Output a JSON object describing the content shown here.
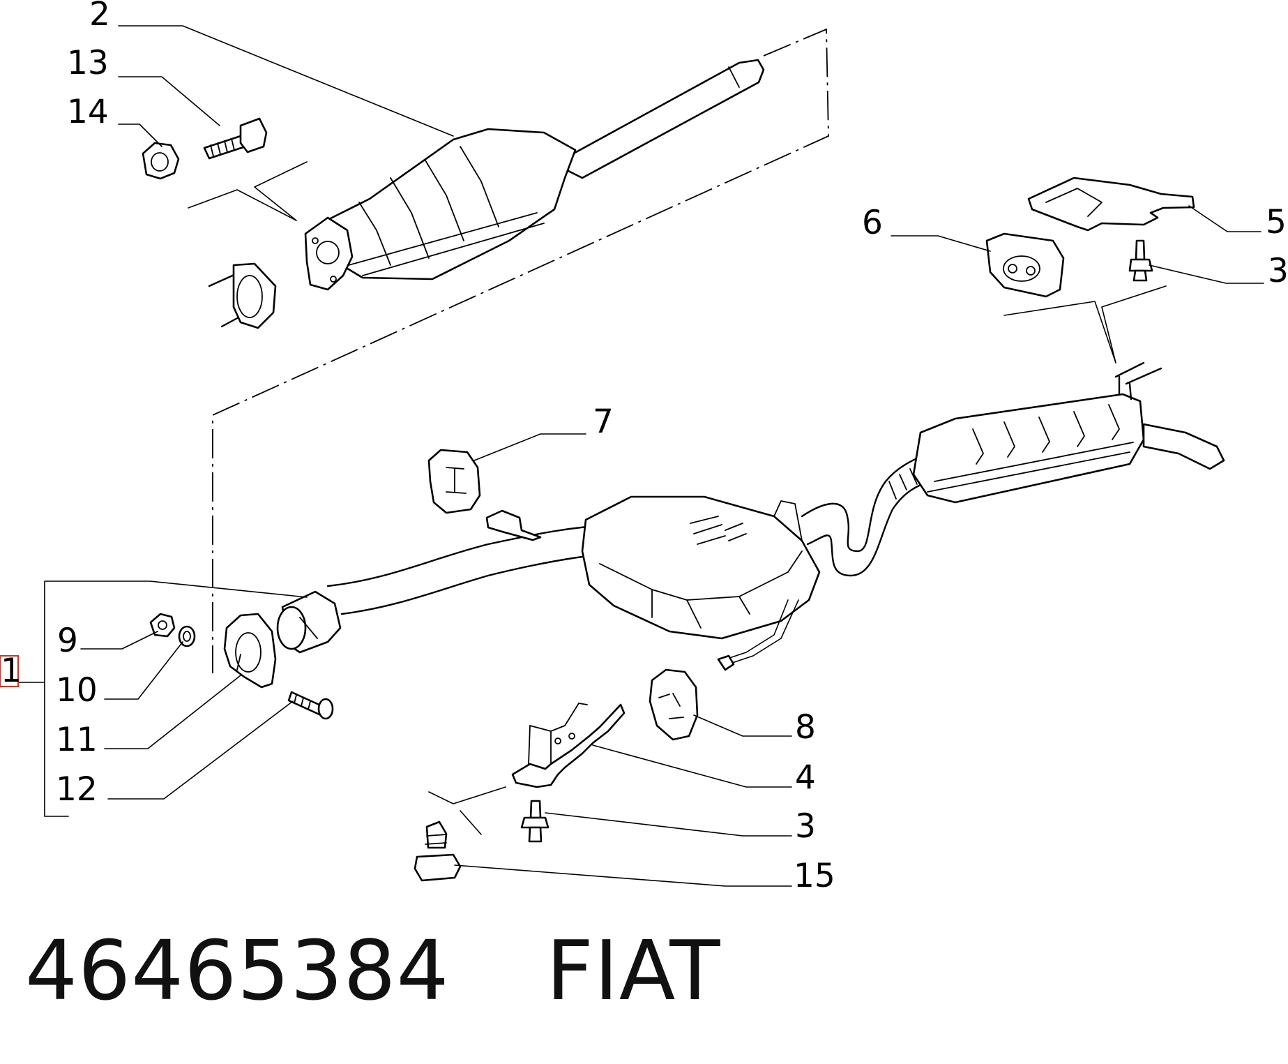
{
  "callouts": {
    "c1": "1",
    "c2": "2",
    "c3a": "3",
    "c3b": "3",
    "c4": "4",
    "c5": "5",
    "c6": "6",
    "c7": "7",
    "c8": "8",
    "c9": "9",
    "c10": "10",
    "c11": "11",
    "c12": "12",
    "c13": "13",
    "c14": "14",
    "c15": "15"
  },
  "footer": {
    "part_number": "46465384",
    "brand": "FIAT"
  },
  "colors": {
    "lines": "#000000",
    "highlight": "#c0392b",
    "background": "#ffffff"
  }
}
